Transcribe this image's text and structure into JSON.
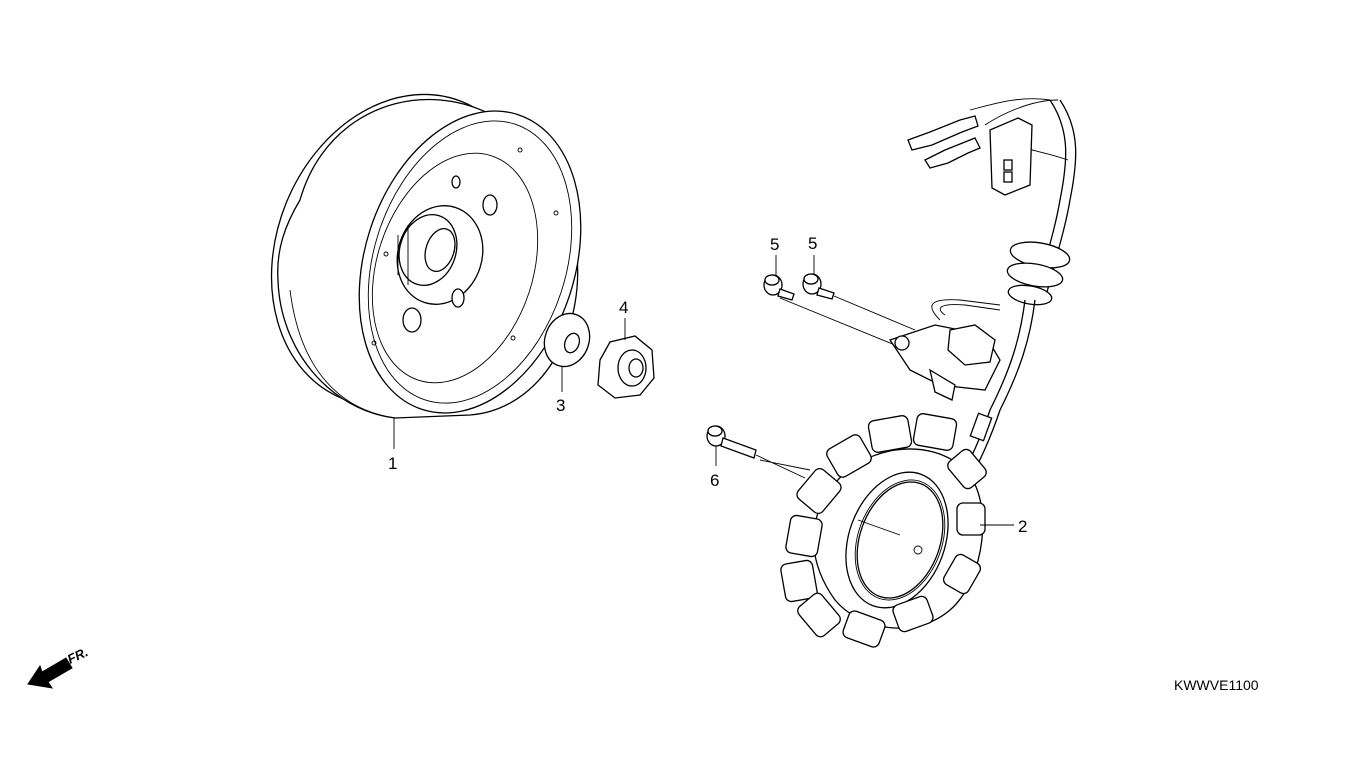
{
  "diagram": {
    "callouts": [
      {
        "id": "flywheel",
        "label": "1"
      },
      {
        "id": "stator",
        "label": "2"
      },
      {
        "id": "washer",
        "label": "3"
      },
      {
        "id": "nut",
        "label": "4"
      },
      {
        "id": "bolt-a",
        "label": "5"
      },
      {
        "id": "bolt-b",
        "label": "5"
      },
      {
        "id": "bolt-long",
        "label": "6"
      }
    ],
    "direction_label": "FR.",
    "drawing_code": "KWWVE1100"
  }
}
